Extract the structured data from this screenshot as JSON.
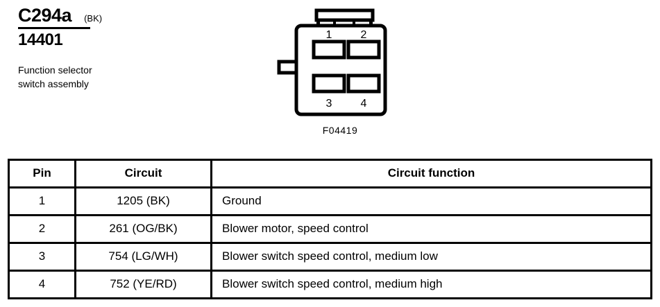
{
  "header": {
    "connector_id": "C294a",
    "connector_color": "(BK)",
    "part_number": "14401",
    "description_line1": "Function selector",
    "description_line2": "switch assembly"
  },
  "connector_figure": {
    "code": "F04419",
    "pin_labels": [
      "1",
      "2",
      "3",
      "4"
    ],
    "terminal_count": 4
  },
  "table": {
    "headers": {
      "pin": "Pin",
      "circuit": "Circuit",
      "function": "Circuit function"
    },
    "rows": [
      {
        "pin": "1",
        "circuit": "1205 (BK)",
        "function": "Ground"
      },
      {
        "pin": "2",
        "circuit": "261 (OG/BK)",
        "function": "Blower motor, speed control"
      },
      {
        "pin": "3",
        "circuit": "754 (LG/WH)",
        "function": "Blower switch speed control, medium low"
      },
      {
        "pin": "4",
        "circuit": "752 (YE/RD)",
        "function": "Blower switch speed control, medium high"
      }
    ]
  },
  "colors": {
    "ink": "#000000",
    "background": "#ffffff"
  }
}
